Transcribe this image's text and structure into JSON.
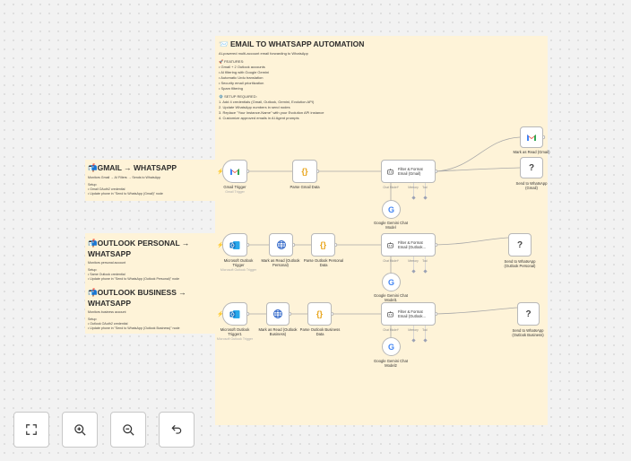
{
  "notes": {
    "main": {
      "title": "📨 EMAIL TO WHATSAPP AUTOMATION",
      "subtitle": "AI-powered multi-account email forwarding to WhatsApp",
      "features_heading": "🚀 FEATURES:",
      "features": [
        "• Gmail + 2 Outlook accounts",
        "• AI filtering with Google Gemini",
        "• Automatic Urdu translation",
        "• Security email prioritization",
        "• Spam filtering"
      ],
      "setup_heading": "⚙️ SETUP REQUIRED:",
      "setup": [
        "1. Add 4 credentials (Gmail, Outlook, Gemini, Evolution API)",
        "2. Update WhatsApp numbers in send nodes",
        "3. Replace \"Your Instance-Name\" with your Evolution API instance",
        "4. Customize approved emails in AI Agent prompts"
      ]
    },
    "gmail": {
      "title": "📬GMAIL → WHATSAPP",
      "lines": [
        "Monitors Gmail → AI Filters → Sends to WhatsApp",
        "",
        "Setup:",
        "• Gmail OAuth2 credential",
        "• Update phone in \"Send to WhatsApp (Gmail)\" node"
      ]
    },
    "outlook_personal": {
      "title": "📬OUTLOOK PERSONAL → WHATSAPP",
      "lines": [
        "Monitors personal account",
        "",
        "Setup:",
        "• Same Outlook credential",
        "• Update phone in \"Send to WhatsApp (Outlook Personal)\" node"
      ]
    },
    "outlook_business": {
      "title": "📬OUTLOOK BUSINESS → WHATSAPP",
      "lines": [
        "Monitors business account",
        "",
        "Setup:",
        "• Outlook OAuth2 credential",
        "• Update phone in \"Send to WhatsApp (Outlook Business)\" node"
      ]
    }
  },
  "nodes": {
    "gmail_trigger": {
      "label": "Gmail Trigger",
      "sub": "Gmail Trigger"
    },
    "parse_gmail": {
      "label": "Parse Gmail Data",
      "icon": "{}"
    },
    "filter_gmail": {
      "l1": "Filter & Format",
      "l2": "Email (Gmail)"
    },
    "gemini1": {
      "l1": "Google Gemini Chat",
      "l2": "Model"
    },
    "mark_gmail": {
      "label": "Mark as Read (Gmail)"
    },
    "send_gmail": {
      "l1": "Send to WhatsApp",
      "l2": "(Gmail)",
      "icon": "?"
    },
    "outlook_trigger": {
      "l1": "Microsoft Outlook",
      "l2": "Trigger",
      "sub": "Microsoft Outlook Trigger"
    },
    "mark_personal": {
      "l1": "Mark as Read (Outlook",
      "l2": "Personal)"
    },
    "parse_personal": {
      "l1": "Parse Outlook Personal",
      "l2": "Data",
      "icon": "{}"
    },
    "filter_personal": {
      "l1": "Filter & Format",
      "l2": "Email (Outlook..."
    },
    "gemini2": {
      "l1": "Google Gemini Chat",
      "l2": "Model1"
    },
    "send_personal": {
      "l1": "Send to WhatsApp",
      "l2": "(Outlook Personal)",
      "icon": "?"
    },
    "outlook_trigger1": {
      "l1": "Microsoft Outlook",
      "l2": "Trigger1",
      "sub": "Microsoft Outlook Trigger"
    },
    "mark_business": {
      "l1": "Mark as Read (Outlook",
      "l2": "Business)"
    },
    "parse_business": {
      "l1": "Parse Outlook Business",
      "l2": "Data",
      "icon": "{}"
    },
    "filter_business": {
      "l1": "Filter & Format",
      "l2": "Email (Outlook..."
    },
    "gemini3": {
      "l1": "Google Gemini Chat",
      "l2": "Model2"
    },
    "send_business": {
      "l1": "Send to WhatsApp",
      "l2": "(Outlook Business)",
      "icon": "?"
    }
  },
  "ports": {
    "chat_model": "Chat Model*",
    "memory": "Memory",
    "tool": "Tool"
  },
  "icons": {
    "bolt": "⚡",
    "brand_gmail": "#ea4335",
    "brand_outlook": "#0f6cbd",
    "brand_http": "#2d64c8",
    "brand_gemini": "#4285f4"
  },
  "controls": {
    "fit": "fit-view-icon",
    "zoom_in": "zoom-in-icon",
    "zoom_out": "zoom-out-icon",
    "reset": "reset-zoom-icon"
  }
}
